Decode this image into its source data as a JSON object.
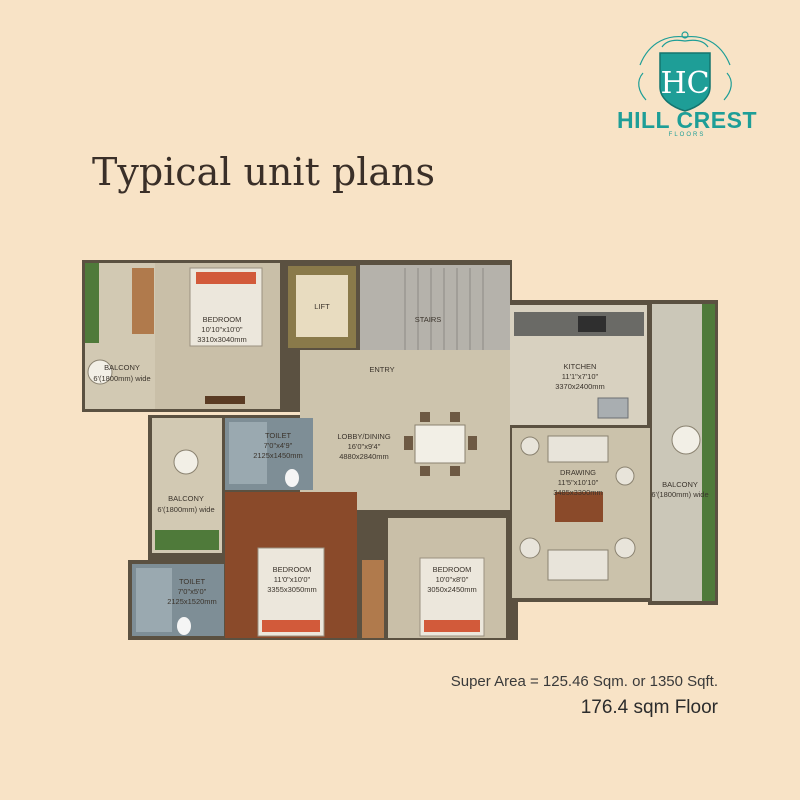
{
  "brand": {
    "monogram": "HC",
    "name": "HILL CREST",
    "tagline": "FLOORS",
    "color": "#1e9e97"
  },
  "page_title": "Typical unit plans",
  "rooms": {
    "balcony_left": {
      "name": "BALCONY",
      "dims": "6'(1800mm) wide"
    },
    "bedroom_top": {
      "name": "BEDROOM",
      "dims": "10'10\"x10'0\"",
      "mm": "3310x3040mm"
    },
    "lift": {
      "name": "LIFT"
    },
    "stairs": {
      "name": "STAIRS"
    },
    "entry": {
      "name": "ENTRY"
    },
    "kitchen": {
      "name": "KITCHEN",
      "dims": "11'1\"x7'10\"",
      "mm": "3370x2400mm"
    },
    "toilet_1": {
      "name": "TOILET",
      "dims": "7'0\"x4'9\"",
      "mm": "2125x1450mm"
    },
    "lobby": {
      "name": "LOBBY/DINING",
      "dims": "16'0\"x9'4\"",
      "mm": "4880x2840mm"
    },
    "balcony_mid": {
      "name": "BALCONY",
      "dims": "6'(1800mm) wide"
    },
    "drawing": {
      "name": "DRAWING",
      "dims": "11'5\"x10'10\"",
      "mm": "3485x3300mm"
    },
    "balcony_right": {
      "name": "BALCONY",
      "dims": "6'(1800mm) wide"
    },
    "bedroom_mid": {
      "name": "BEDROOM",
      "dims": "11'0\"x10'0\"",
      "mm": "3355x3050mm"
    },
    "bedroom_right": {
      "name": "BEDROOM",
      "dims": "10'0\"x8'0\"",
      "mm": "3050x2450mm"
    },
    "toilet_2": {
      "name": "TOILET",
      "dims": "7'0\"x5'0\"",
      "mm": "2125x1520mm"
    }
  },
  "area": {
    "super_area": "Super Area = 125.46 Sqm. or 1350 Sqft.",
    "floor": "176.4 sqm Floor"
  },
  "colors": {
    "background": "#f8e3c6",
    "floor_tile": "#cfc6b2",
    "wall": "#5b5141",
    "wood": "#8a4a2a",
    "greenery": "#4f7a3a"
  }
}
